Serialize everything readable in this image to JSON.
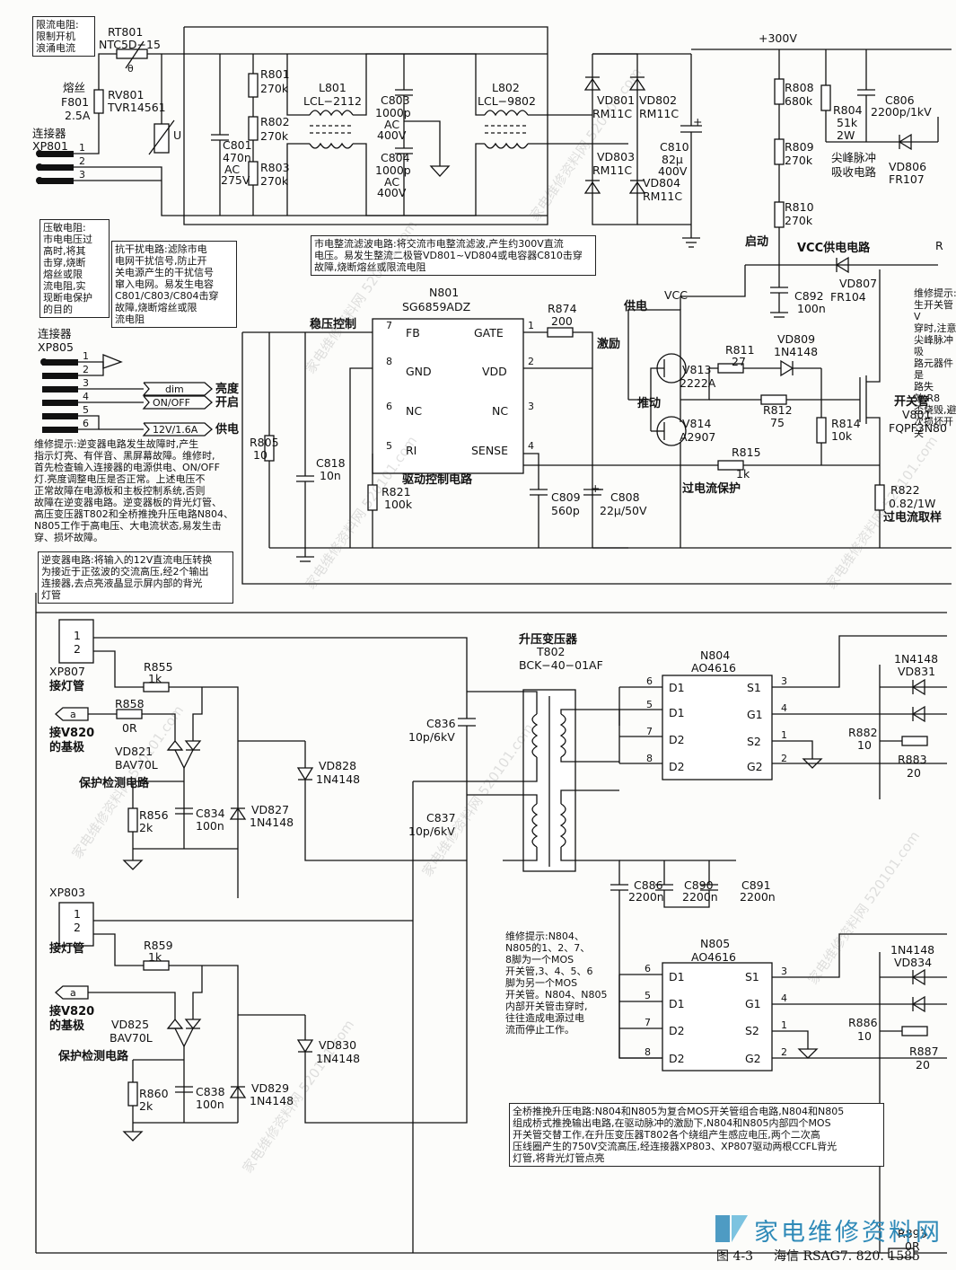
{
  "figure": {
    "number": "图 4-3",
    "title": "海信 RSAG7. 820. 1585"
  },
  "brand": {
    "name": "家电维修资料网",
    "color": "#2f8ab8"
  },
  "watermark": "家电维修资料网 520101.com",
  "notes": {
    "inrush": "限流电阻:\n限制开机\n浪涌电流",
    "varistor": "压敏电阻:\n市电电压过\n高时,将其\n击穿,烧断\n熔丝或限\n流电阻,实\n现断电保护\n的目的",
    "emi": "抗干扰电路:滤除市电\n电网干扰信号,防止开\n关电源产生的干扰信号\n窜入电网。易发生电容\nC801/C803/C804击穿\n故障,烧断熔丝或限\n流电阻",
    "rectifier": "市电整流滤波电路:将交流市电整流滤波,产生约300V直流\n电压。易发生整流二极管VD801~VD804或电容器C810击穿\n故障,烧断熔丝或限流电阻",
    "repair_inverter": "维修提示:逆变器电路发生故障时,产生\n指示灯亮、有伴音、黑屏幕故障。维修时,\n首先检查输入连接器的电源供电、ON/OFF\n灯.亮度调整电压是否正常。上述电压不\n正常故障在电源板和主板控制系统,否则\n故障在逆变器电路。逆变器板的背光灯管、\n高压变压器T802和全桥推挽升压电路N804、\nN805工作于高电压、大电流状态,易发生击\n穿、损坏故障。",
    "inverter": "逆变器电路:将输入的12V直流电压转换\n为接近于正弦波的交流高压,经2个输出\n连接器,去点亮液晶显示屏内部的背光\n灯管",
    "repair_switch": "维修提示:\n生开关管V\n穿时,注意\n尖峰脉冲吸\n路元器件是\n路失效,R8\n否烧毁,避\n次损坏开关",
    "repair_mos": "维修提示:N804、\nN805的1、2、7、\n8脚为一个MOS\n开关管,3、4、5、6\n脚为另一个MOS\n开关管。N804、N805\n内部开关管击穿时,\n往往造成电源过电\n流而停止工作。",
    "fullbridge": "全桥推挽升压电路:N804和N805为复合MOS开关管组合电路,N804和N805\n组成桥式推挽输出电路,在驱动脉冲的激励下,N804和N805内部四个MOS\n开关管交替工作,在升压变压器T802各个绕组产生感应电压,两个二次高\n压线圈产生的750V交流高压,经连接器XP803、XP807驱动两根CCFL背光\n灯管,将背光灯管点亮"
  },
  "labels": {
    "rt801": "RT801",
    "ntc": "NTC5D−15",
    "theta": "θ",
    "fuse_cn": "熔丝",
    "f801": "F801",
    "f801v": "2.5A",
    "rv801": "RV801",
    "tvr": "TVR14561",
    "u": "U",
    "conn_cn": "连接器",
    "xp801": "XP801",
    "p1": "1",
    "p2": "2",
    "p3": "3",
    "r801": "R801",
    "r801v": "270k",
    "r802": "R802",
    "r802v": "270k",
    "r803": "R803",
    "r803v": "270k",
    "c801": "C801",
    "c801v1": "470n",
    "c801v2": "AC",
    "c801v3": "275V",
    "l801": "L801",
    "l801v": "LCL−2112",
    "c803": "C803",
    "c803v1": "1000p",
    "c803v2": "AC",
    "c803v3": "400V",
    "c804": "C804",
    "c804v1": "1000p",
    "c804v2": "AC",
    "c804v3": "400V",
    "l802": "L802",
    "l802v": "LCL−9802",
    "vd801": "VD801",
    "vd801v": "RM11C",
    "vd802": "VD802",
    "vd802v": "RM11C",
    "vd803": "VD803",
    "vd803v": "RM11C",
    "vd804": "VD804",
    "vd804v": "RM11C",
    "c810": "C810",
    "c810v1": "82μ",
    "c810v2": "400V",
    "plus": "+",
    "v300": "+300V",
    "r808": "R808",
    "r808v": "680k",
    "r809": "R809",
    "r809v": "270k",
    "r810": "R810",
    "r810v": "270k",
    "r804": "R804",
    "r804v1": "51k",
    "r804v2": "2W",
    "c806": "C806",
    "c806v": "2200p/1kV",
    "snubber1": "尖峰脉冲",
    "snubber2": "吸收电路",
    "vd806": "VD806",
    "vd806v": "FR107",
    "start": "启动",
    "vcc_circ": "VCC供电电路",
    "r_edge": "R",
    "c892": "C892",
    "c892v": "100n",
    "vd807": "VD807",
    "vd807v": "FR104",
    "n801": "N801",
    "n801v": "SG6859ADZ",
    "fb": "FB",
    "gnd": "GND",
    "nc1": "NC",
    "ri": "RI",
    "gate": "GATE",
    "vdd": "VDD",
    "nc2": "NC",
    "sense": "SENSE",
    "pin7": "7",
    "pin8": "8",
    "pin6": "6",
    "pin5": "5",
    "pin1": "1",
    "pin2": "2",
    "pin3": "3",
    "pin4": "4",
    "reg_ctrl": "稳压控制",
    "drive_ctrl": "驱动控制电路",
    "r874": "R874",
    "r874v": "200",
    "supply": "供电",
    "vcc": "VCC",
    "excite": "激励",
    "push": "推动",
    "r811": "R811",
    "r811v": "27",
    "vd809": "VD809",
    "vd809v": "1N4148",
    "v813": "V813",
    "v813v": "2222A",
    "v814": "V814",
    "v814v": "A2907",
    "r812": "R812",
    "r812v": "75",
    "r814": "R814",
    "r814v": "10k",
    "r815": "R815",
    "r815v": "1k",
    "ocp": "过电流保护",
    "switch_cn": "开关管",
    "v801": "V801",
    "v801v": "FQPF3N80",
    "r822": "R822",
    "r822v": "0.82/1W",
    "cur_sense": "过电流取样",
    "r805": "R805",
    "r805v": "10",
    "c818": "C818",
    "c818v": "10n",
    "r821": "R821",
    "r821v": "100k",
    "c809": "C809",
    "c809v": "560p",
    "c808": "C808",
    "c808v": "22μ/50V",
    "xp805": "XP805",
    "dim": "dim",
    "onoff": "ON/OFF",
    "v12": "12V/1.6A",
    "bright": "亮度",
    "enable": "开启",
    "power": "供电",
    "xp807": "XP807",
    "lamp": "接灯管",
    "xp803": "XP803",
    "r855": "R855",
    "r855v": "1k",
    "r858": "R858",
    "r858v": "0R",
    "a": "a",
    "to_v820_1": "接V820",
    "to_v820_2": "的基极",
    "vd821": "VD821",
    "bav70l": "BAV70L",
    "prot": "保护检测电路",
    "r856": "R856",
    "r856v": "2k",
    "c834": "C834",
    "c834v": "100n",
    "vd827": "VD827",
    "n4148": "1N4148",
    "vd828": "VD828",
    "c836": "C836",
    "c836v": "10p/6kV",
    "c837": "C837",
    "c837v": "10p/6kV",
    "boost": "升压变压器",
    "t802": "T802",
    "t802v": "BCK−40−01AF",
    "n804": "N804",
    "ao4616": "AO4616",
    "n805": "N805",
    "d1": "D1",
    "d2": "D2",
    "s1": "S1",
    "g1": "G1",
    "s2": "S2",
    "g2": "G2",
    "c886": "C886",
    "c886v": "2200n",
    "c890": "C890",
    "c890v": "2200n",
    "c891": "C891",
    "c891v": "2200n",
    "vd831": "VD831",
    "vd834": "VD834",
    "r882": "R882",
    "r882v": "10",
    "r883": "R883",
    "r883v": "20",
    "r886": "R886",
    "r886v": "10",
    "r887": "R887",
    "r887v": "20",
    "r859": "R859",
    "r859v": "1k",
    "vd825": "VD825",
    "r860": "R860",
    "r860v": "2k",
    "c838": "C838",
    "c838v": "100n",
    "vd829": "VD829",
    "vd830": "VD830",
    "r893": "R893",
    "r893v": "0R"
  }
}
